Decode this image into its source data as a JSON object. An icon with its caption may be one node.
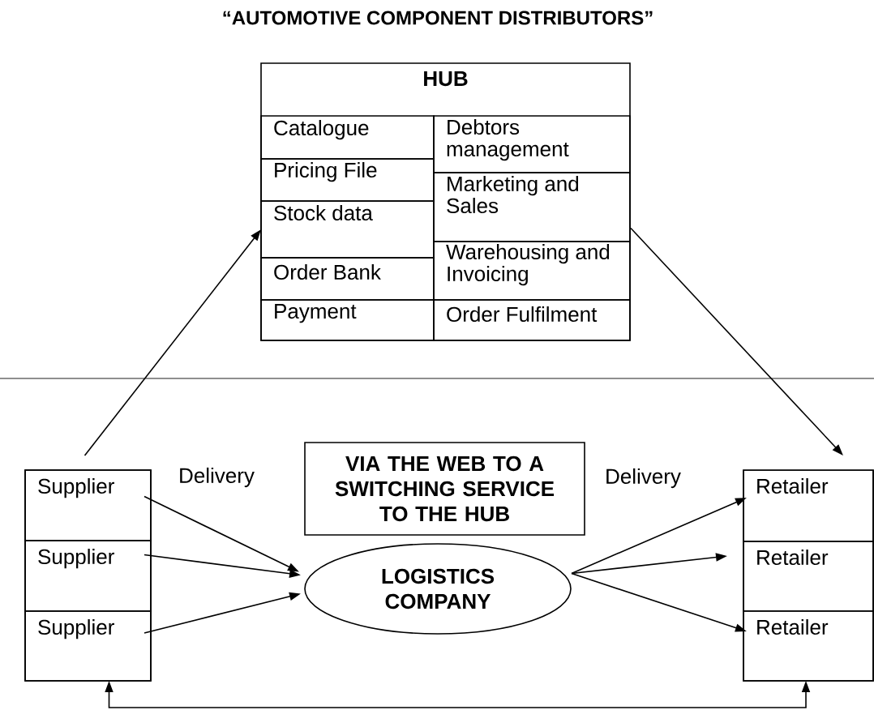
{
  "diagram": {
    "title": "“AUTOMOTIVE COMPONENT DISTRIBUTORS”",
    "nodes": [
      {
        "text": [
          "HUB"
        ]
      },
      {
        "text": [
          "Catalogue"
        ],
        "in": 0
      },
      {
        "text": [
          "Pricing File"
        ],
        "in": 0
      },
      {
        "text": [
          "Stock data"
        ],
        "in": 0
      },
      {
        "text": [
          "Order Bank"
        ],
        "in": 0
      },
      {
        "text": [
          "Payment"
        ],
        "in": 0
      },
      {
        "text": [
          "Debtors management"
        ],
        "in": 0
      },
      {
        "text": [
          "Marketing and Sales"
        ],
        "in": 0
      },
      {
        "text": [
          "Warehousing and Invoicing"
        ],
        "in": 0
      },
      {
        "text": [
          "Order Fulfilment"
        ],
        "in": 0
      },
      {
        "text": [],
        "shape": "box"
      },
      {
        "text": [
          "Supplier"
        ],
        "in": 10
      },
      {
        "text": [
          "Supplier"
        ],
        "in": 10
      },
      {
        "text": [
          "Supplier"
        ],
        "in": 10
      },
      {
        "text": [
          "VIA THE WEB TO A SWITCHING SERVICE TO THE HUB"
        ]
      },
      {
        "text": [
          "LOGISTICS COMPANY"
        ]
      },
      {
        "text": [],
        "shape": "box"
      },
      {
        "text": [
          "Retailer"
        ],
        "in": 16
      },
      {
        "text": [
          "Retailer"
        ],
        "in": 16
      },
      {
        "text": [
          "Retailer"
        ],
        "in": 16
      }
    ],
    "edges": [
      {
        "from": 10,
        "to": 3,
        "arrow": "to"
      },
      {
        "from": 7,
        "to": 16,
        "arrow": "to"
      },
      {
        "from": 11,
        "to": 15,
        "arrow": "to"
      },
      {
        "from": 12,
        "to": 15,
        "arrow": "to"
      },
      {
        "from": 13,
        "to": 15,
        "arrow": "to"
      },
      {
        "from": 15,
        "to": 17,
        "arrow": "to"
      },
      {
        "from": 15,
        "to": 18,
        "arrow": "to"
      },
      {
        "from": 15,
        "to": 19,
        "arrow": "to"
      },
      {
        "from": 10,
        "to": 16,
        "arrow": "both"
      }
    ],
    "labels": [
      "Delivery",
      "Delivery"
    ]
  }
}
